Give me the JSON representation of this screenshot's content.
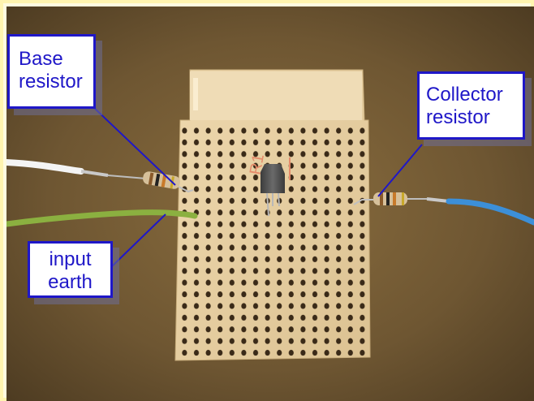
{
  "callouts": {
    "base": {
      "line1": "Base",
      "line2": "resistor"
    },
    "collector": {
      "line1": "Collector",
      "line2": "resistor"
    },
    "earth": {
      "line1": "input",
      "line2": "earth"
    }
  },
  "photo": {
    "board_marking": "R1"
  },
  "colors": {
    "callout_border": "#1f17c8",
    "callout_text": "#1f17c8",
    "leader_line": "#1f17c8",
    "board": "#e6cfa2",
    "background": "#6e5834",
    "green_wire": "#8bb040",
    "blue_wire": "#3c8fd8",
    "white_wire": "#f4f4f4"
  }
}
